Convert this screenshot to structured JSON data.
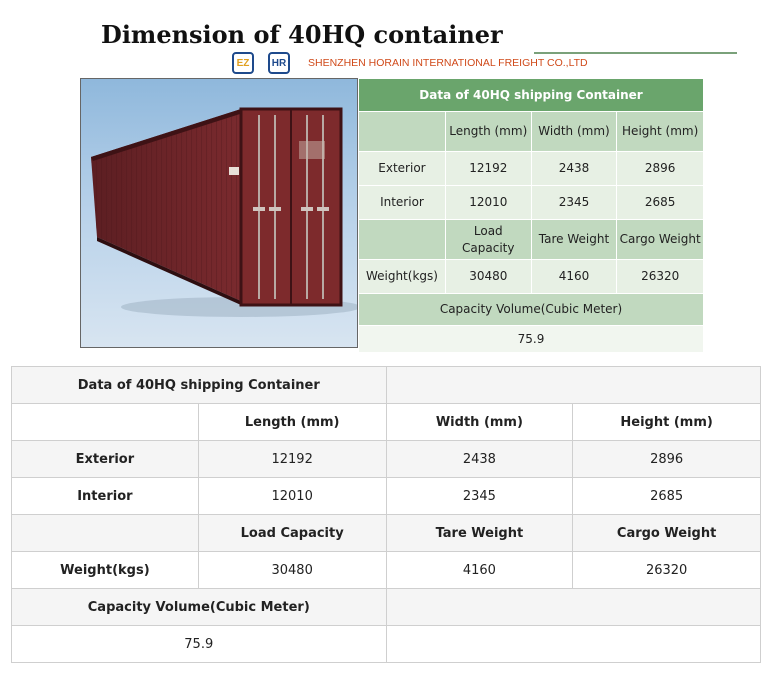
{
  "heading": "Dimension of 40HQ container",
  "company": {
    "logo1": "EZ",
    "logo2": "HR",
    "name": "SHENZHEN HORAIN INTERNATIONAL FREIGHT CO.,LTD"
  },
  "spec": {
    "title": "Data of 40HQ shipping Container",
    "dim_headers": [
      "Length (mm)",
      "Width (mm)",
      "Height (mm)"
    ],
    "rows": [
      {
        "label": "Exterior",
        "values": [
          "12192",
          "2438",
          "2896"
        ]
      },
      {
        "label": "Interior",
        "values": [
          "12010",
          "2345",
          "2685"
        ]
      }
    ],
    "weight_headers": [
      "Load Capacity",
      "Tare Weight",
      "Cargo Weight"
    ],
    "weight_row": {
      "label": "Weight(kgs)",
      "values": [
        "30480",
        "4160",
        "26320"
      ]
    },
    "volume_title": "Capacity Volume(Cubic Meter)",
    "volume_value": "75.9"
  },
  "colors": {
    "green_header": "#6aa56c",
    "green_mid": "#c1d9bf",
    "green_light": "#e7f0e4",
    "container_red": "#7d2a2c",
    "brand_orange": "#d04a1a"
  }
}
